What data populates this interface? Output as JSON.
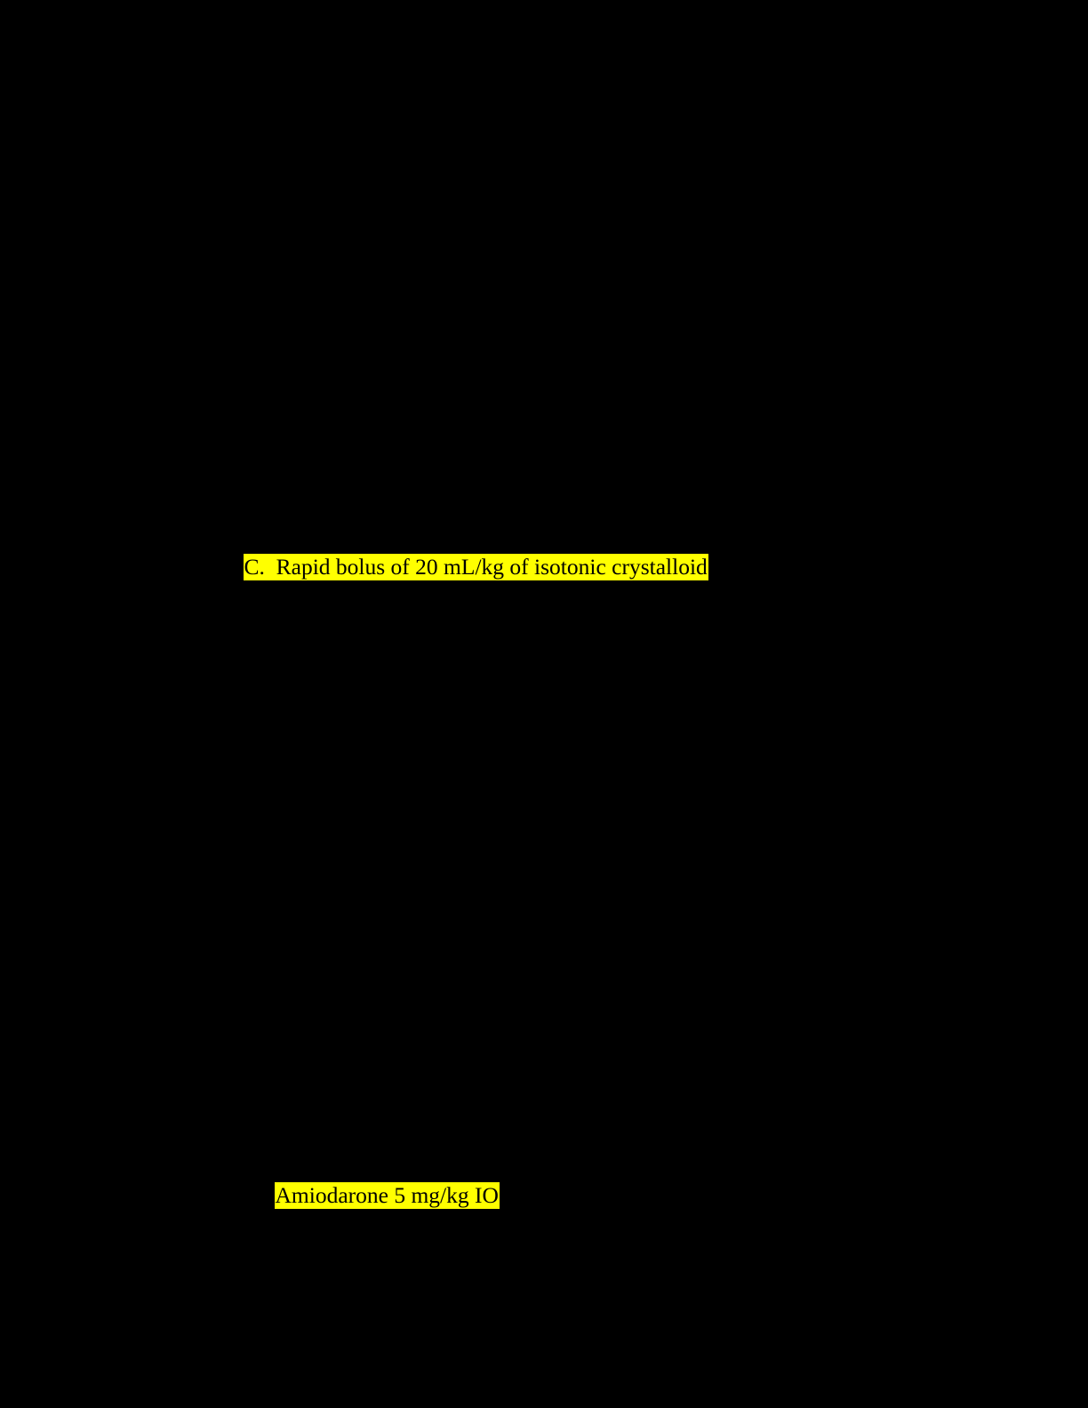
{
  "document": {
    "page_background_color": "#000000",
    "highlight_color": "#ffff00",
    "text_color": "#000000",
    "highlighted_lines": [
      {
        "id": "crystalloid",
        "text": "C.  Rapid bolus of 20 mL/kg of isotonic crystalloid",
        "option_letter": "C.",
        "body": "Rapid bolus of 20 mL/kg of isotonic crystalloid",
        "dose": "20 mL/kg",
        "agent": "isotonic crystalloid"
      },
      {
        "id": "amiodarone",
        "text": "Amiodarone 5 mg/kg IO",
        "agent": "Amiodarone",
        "dose": "5 mg/kg",
        "route": "IO"
      }
    ]
  }
}
